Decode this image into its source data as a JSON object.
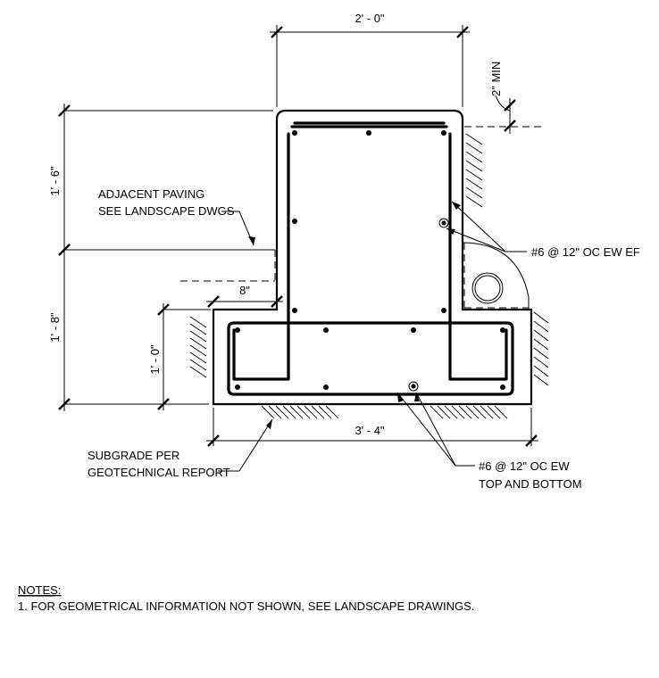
{
  "dimensions": {
    "top_width": "2' - 0\"",
    "clearance": "2\" MIN",
    "upper_height": "1' - 6\"",
    "lower_height": "1' - 8\"",
    "footing_thickness": "1' - 0\"",
    "toe_length": "8\"",
    "footing_width": "3' - 4\""
  },
  "callouts": {
    "paving_line1": "ADJACENT PAVING",
    "paving_line2": "SEE LANDSCAPE DWGS",
    "wall_rebar": "#6 @ 12\" OC EW EF",
    "footing_rebar_line1": "#6 @ 12\" OC EW",
    "footing_rebar_line2": "TOP AND BOTTOM",
    "subgrade_line1": "SUBGRADE PER",
    "subgrade_line2": "GEOTECHNICAL REPORT"
  },
  "notes": {
    "heading": "NOTES:",
    "item1": "1. FOR GEOMETRICAL INFORMATION NOT SHOWN, SEE LANDSCAPE DRAWINGS."
  }
}
